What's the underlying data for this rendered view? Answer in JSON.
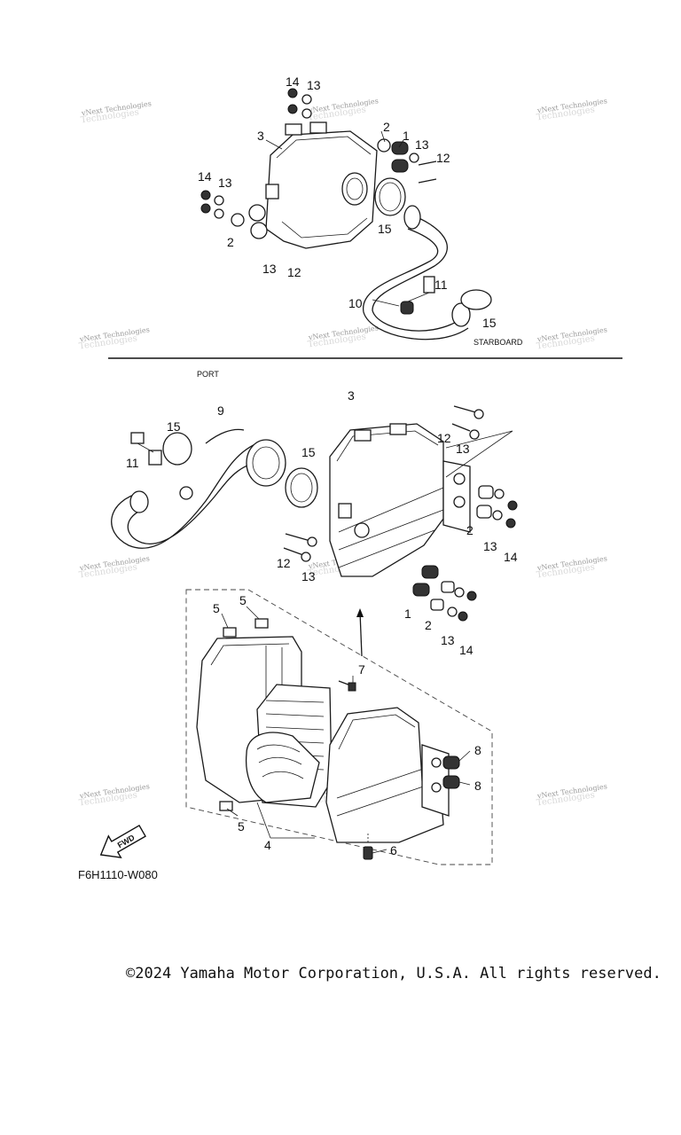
{
  "labels": {
    "starboard": "STARBOARD",
    "port": "PORT",
    "fwd": "FWD",
    "figure_code": "F6H1110-W080"
  },
  "watermark": {
    "line1": "vNext Technologies",
    "line2": "Technologies"
  },
  "callouts": {
    "c1": "1",
    "c2": "2",
    "c3": "3",
    "c4": "4",
    "c5": "5",
    "c6": "6",
    "c7": "7",
    "c8": "8",
    "c9": "9",
    "c10": "10",
    "c11": "11",
    "c12": "12",
    "c13": "13",
    "c14": "14",
    "c15": "15"
  },
  "footer": {
    "copyright": "©2024 Yamaha Motor Corporation, U.S.A. All rights reserved."
  }
}
